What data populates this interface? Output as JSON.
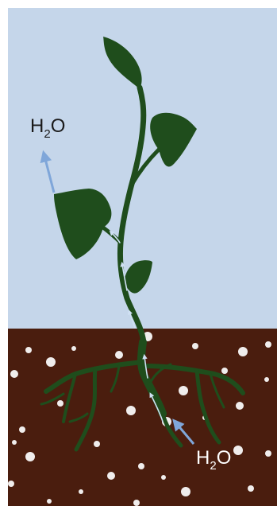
{
  "labels": {
    "top_h": "H",
    "top_sub": "2",
    "top_o": "O",
    "bottom_h": "H",
    "bottom_sub": "2",
    "bottom_o": "O"
  },
  "colors": {
    "sky": "#c5d6ea",
    "soil": "#4a1d0e",
    "plant": "#1f4d1c",
    "water_arrow": "#7fa6d9",
    "label_top": "#1a1a1a",
    "label_bottom": "#ffffff",
    "pebble": "#ffffff"
  }
}
